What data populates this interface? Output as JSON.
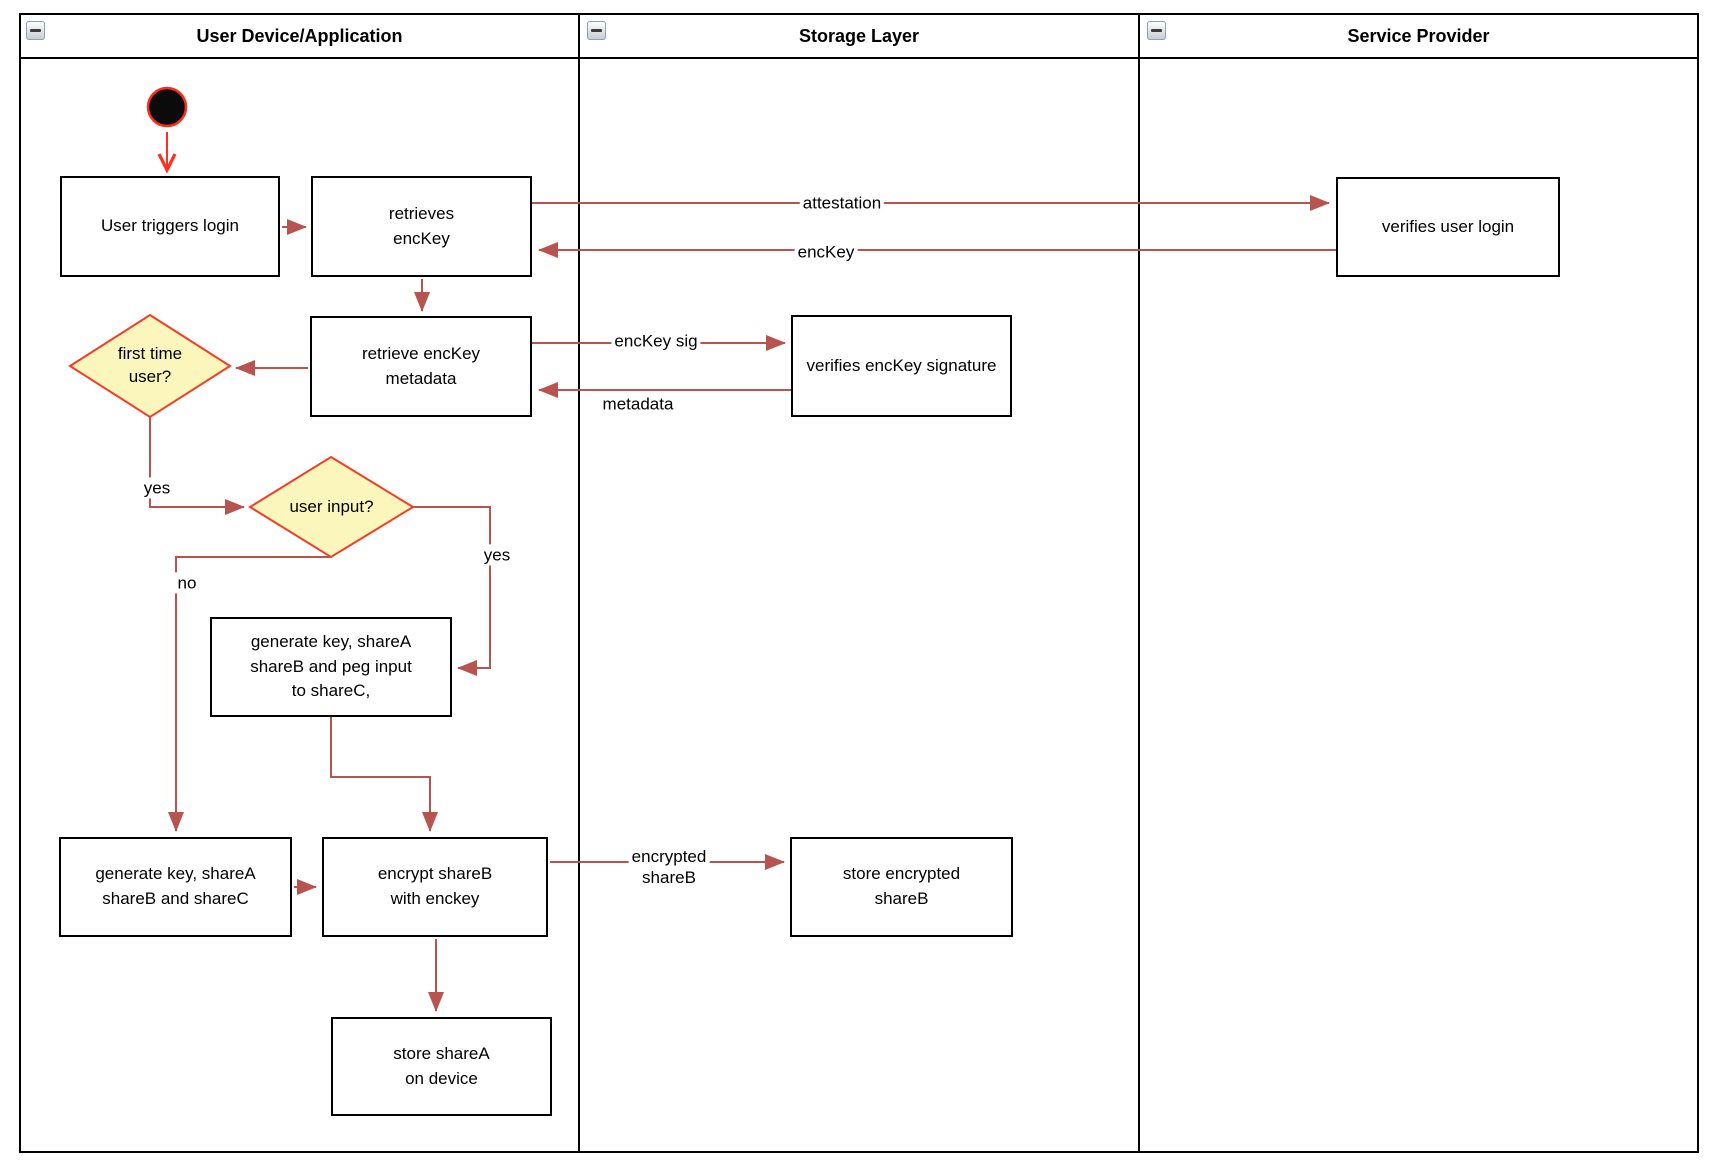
{
  "diagram": {
    "lanes": [
      {
        "title": "User Device/Application"
      },
      {
        "title": "Storage Layer"
      },
      {
        "title": "Service Provider"
      }
    ]
  },
  "nodes": {
    "user_triggers_login": "User triggers login",
    "retrieves_enckey": "retrieves\nencKey",
    "verifies_user_login": "verifies user login",
    "retrieve_enckey_metadata": "retrieve encKey\nmetadata",
    "verifies_enckey_signature": "verifies encKey signature",
    "first_time_user": "first time\nuser?",
    "user_input": "user input?",
    "generate_key_peg_input": "generate key, shareA\nshareB and peg input\nto shareC,",
    "generate_key_sharec": "generate key, shareA\nshareB and shareC",
    "encrypt_shareb": "encrypt shareB\nwith enckey",
    "store_encrypted_shareb": "store encrypted\nshareB",
    "store_sharea": "store shareA\non device"
  },
  "edge_labels": {
    "attestation": "attestation",
    "enckey": "encKey",
    "enckey_sig": "encKey sig",
    "metadata": "metadata",
    "yes_first_time": "yes",
    "no_user_input": "no",
    "yes_user_input": "yes",
    "encrypted_shareb": "encrypted\nshareB"
  },
  "colors": {
    "edge": "#B85450",
    "start_edge": "#FF3020",
    "decision_fill": "#FBF7BC",
    "decision_border": "#F53C26",
    "node_border": "#000000"
  }
}
